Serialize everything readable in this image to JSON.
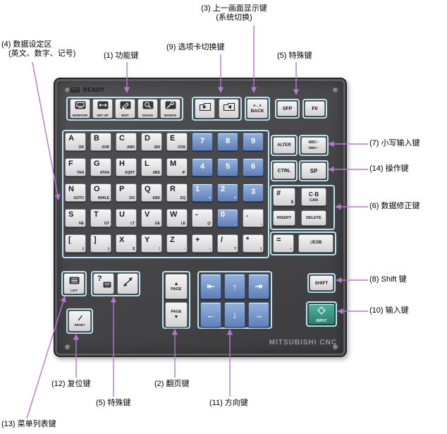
{
  "colors": {
    "callout_arrow": "#b778d2",
    "group_outline": "#b9e6f2",
    "blue_key": "#6f8fc4",
    "input_key": "#3f9e8e",
    "panel_body": "#47474a",
    "ready_led": "#2e3b2e"
  },
  "callouts": {
    "c1": {
      "text": "(1) 功能键"
    },
    "c2": {
      "text": "(2) 翻页键"
    },
    "c3": {
      "line1": "(3) 上一画面显示键",
      "line2": "(系统切换)"
    },
    "c4": {
      "line1": "(4) 数据设定区",
      "line2": "(英文、数字、记号)"
    },
    "c5_top": {
      "text": "(5) 特殊键"
    },
    "c5_bottom": {
      "text": "(5) 特殊键"
    },
    "c6": {
      "text": "(6) 数据修正键"
    },
    "c7": {
      "text": "(7) 小写输入键"
    },
    "c8": {
      "text": "(8) Shift 键"
    },
    "c9": {
      "text": "(9) 选项卡切换键"
    },
    "c10": {
      "text": "(10) 输入键"
    },
    "c11": {
      "text": "(11) 方向键"
    },
    "c12": {
      "text": "(12) 复位键"
    },
    "c13": {
      "text": "(13) 菜单列表键"
    },
    "c14": {
      "text": "(14) 操作键"
    }
  },
  "panel": {
    "ready_label": "READY",
    "brand": "MITSUBISHI CNC",
    "function_keys": [
      {
        "id": "monitor",
        "label": "MONITOR",
        "icon": "monitor-icon"
      },
      {
        "id": "setup",
        "label": "SET UP",
        "icon": "setup-icon"
      },
      {
        "id": "edit",
        "label": "EDIT",
        "icon": "edit-icon"
      },
      {
        "id": "diagn",
        "label": "DIAGN",
        "icon": "diagnosis-icon"
      },
      {
        "id": "mainte",
        "label": "MAINTE",
        "icon": "maintenance-icon"
      }
    ],
    "tab_keys": [
      {
        "id": "tab-prev",
        "icon": "tab-left-icon"
      },
      {
        "id": "tab-next",
        "icon": "tab-right-icon"
      }
    ],
    "back_key": {
      "top": "s↔s",
      "label": "BACK"
    },
    "sfp_key": {
      "label": "SFP"
    },
    "f0_key": {
      "label": "F0"
    },
    "grid": {
      "rows": [
        [
          {
            "id": "A",
            "main": "A",
            "sub": "OR"
          },
          {
            "id": "B",
            "main": "B",
            "sub": "XOR"
          },
          {
            "id": "C",
            "main": "C",
            "sub": "AND"
          },
          {
            "id": "D",
            "main": "D",
            "sub": "SIN"
          },
          {
            "id": "E",
            "main": "E",
            "sub": "COS"
          },
          {
            "id": "7",
            "main": "7",
            "color": "blue"
          },
          {
            "id": "8",
            "main": "8",
            "color": "blue"
          },
          {
            "id": "9",
            "main": "9",
            "color": "blue"
          }
        ],
        [
          {
            "id": "F",
            "main": "F",
            "sub": "TAN"
          },
          {
            "id": "G",
            "main": "G",
            "sub": "ATAN"
          },
          {
            "id": "H",
            "main": "H",
            "sub": "SQRT"
          },
          {
            "id": "L",
            "main": "L",
            "sub": "ABS"
          },
          {
            "id": "M",
            "main": "M",
            "sub": "IF"
          },
          {
            "id": "4",
            "main": "4",
            "color": "blue"
          },
          {
            "id": "5",
            "main": "5",
            "color": "blue"
          },
          {
            "id": "6",
            "main": "6",
            "color": "blue"
          }
        ],
        [
          {
            "id": "N",
            "main": "N",
            "sub": "GOTO"
          },
          {
            "id": "O",
            "main": "O",
            "sub": "WHILE"
          },
          {
            "id": "P",
            "main": "P",
            "sub": "DO"
          },
          {
            "id": "Q",
            "main": "Q",
            "sub": "END"
          },
          {
            "id": "R",
            "main": "R",
            "sub": "EQ"
          },
          {
            "id": "1",
            "main": "1",
            "sub": "<",
            "color": "blue"
          },
          {
            "id": "2",
            "main": "2",
            "sub": ">",
            "color": "blue"
          },
          {
            "id": "3",
            "main": "3",
            "color": "blue"
          }
        ],
        [
          {
            "id": "S",
            "main": "S",
            "sub": "NE"
          },
          {
            "id": "T",
            "main": "T",
            "sub": "GT"
          },
          {
            "id": "U",
            "main": "U",
            "sub": "LT"
          },
          {
            "id": "V",
            "main": "V",
            "sub": "GE"
          },
          {
            "id": "W",
            "main": "W",
            "sub": "LE"
          },
          {
            "id": "minus",
            "main": "-",
            "sub": "@"
          },
          {
            "id": "0",
            "main": "0",
            "sub": "_",
            "color": "blue"
          },
          {
            "id": "dot",
            "main": ".",
            "sub": ","
          }
        ],
        [
          {
            "id": "lbracket",
            "main": "[",
            "sub": "{"
          },
          {
            "id": "rbracket",
            "main": "]",
            "sub": "}"
          },
          {
            "id": "X",
            "main": "X",
            "sub": "$"
          },
          {
            "id": "Y",
            "main": "Y",
            "sub": "!"
          },
          {
            "id": "Z",
            "main": "Z",
            "sub": ":"
          },
          {
            "id": "plus",
            "main": "+",
            "sub": ";"
          },
          {
            "id": "slash",
            "main": "/",
            "sub": "?"
          },
          {
            "id": "asterisk",
            "main": "*",
            "sub": "("
          },
          {
            "id": "equals",
            "main": "=",
            "sub": "~"
          },
          {
            "id": "eob",
            "main": ";/EOB",
            "wide": true
          }
        ]
      ]
    },
    "right_keys": {
      "alter": "ALTER",
      "abc_line1": "ABC··",
      "abc_line2": "/abc··",
      "ctrl": "CTRL",
      "sp": "SP",
      "hash_main": "#",
      "hash_sub": "$",
      "cb_main": "C·B",
      "cb_sub": "CAN",
      "insert": "INSERT",
      "delete": "DELETE",
      "shift": "SHIFT",
      "input": "INPUT"
    },
    "bottom_keys": {
      "list": "LIST",
      "guide": "?",
      "reset_glyph": "∕∕",
      "reset": "RESET",
      "page_label": "PAGE",
      "page_up_glyph": "▲",
      "page_down_glyph": "▼",
      "dir_top": [
        "⇤",
        "↑",
        "⇥"
      ],
      "dir_bottom": [
        "←",
        "↓",
        "→"
      ]
    },
    "icons": {
      "ready_led": "status-led",
      "list_icon": "screen-list",
      "guide_icon": "manual-book",
      "resize_icon": "diagonal-resize-arrow",
      "input_icon": "diamond",
      "tab_left_icon": "tab-with-left-arrow",
      "tab_right_icon": "tab-with-right-arrow"
    }
  }
}
